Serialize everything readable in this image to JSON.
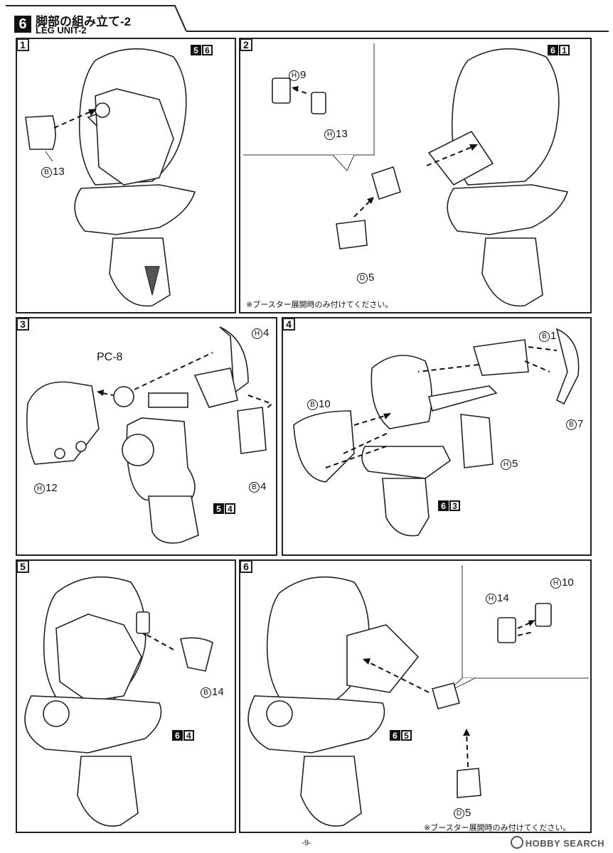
{
  "header": {
    "step_number": "6",
    "title_ja": "脚部の組み立て-2",
    "title_en": "LEG UNIT-2"
  },
  "panels": [
    {
      "num": "1",
      "ref": [
        "5",
        "6"
      ],
      "labels": [
        {
          "c": "B",
          "t": "13"
        }
      ]
    },
    {
      "num": "2",
      "ref": [
        "6",
        "1"
      ],
      "labels": [
        {
          "c": "H",
          "t": "9"
        },
        {
          "c": "H",
          "t": "13"
        },
        {
          "c": "D",
          "t": "5"
        }
      ],
      "note": "※ブースター展開時のみ付けてください。"
    },
    {
      "num": "3",
      "ref": [
        "5",
        "4"
      ],
      "labels": [
        {
          "c": "H",
          "t": "4"
        },
        {
          "c": "",
          "t": "PC-8"
        },
        {
          "c": "H",
          "t": "12"
        },
        {
          "c": "B",
          "t": "4"
        }
      ]
    },
    {
      "num": "4",
      "ref": [
        "6",
        "3"
      ],
      "labels": [
        {
          "c": "B",
          "t": "1"
        },
        {
          "c": "B",
          "t": "10"
        },
        {
          "c": "B",
          "t": "7"
        },
        {
          "c": "H",
          "t": "5"
        }
      ]
    },
    {
      "num": "5",
      "ref": [
        "6",
        "4"
      ],
      "labels": [
        {
          "c": "B",
          "t": "14"
        }
      ]
    },
    {
      "num": "6",
      "ref": [
        "6",
        "5"
      ],
      "labels": [
        {
          "c": "H",
          "t": "14"
        },
        {
          "c": "H",
          "t": "10"
        },
        {
          "c": "D",
          "t": "5"
        }
      ],
      "note": "※ブースター展開時のみ付けてください。"
    }
  ],
  "footer": {
    "page": "-9-",
    "watermark": "HOBBY SEARCH"
  }
}
